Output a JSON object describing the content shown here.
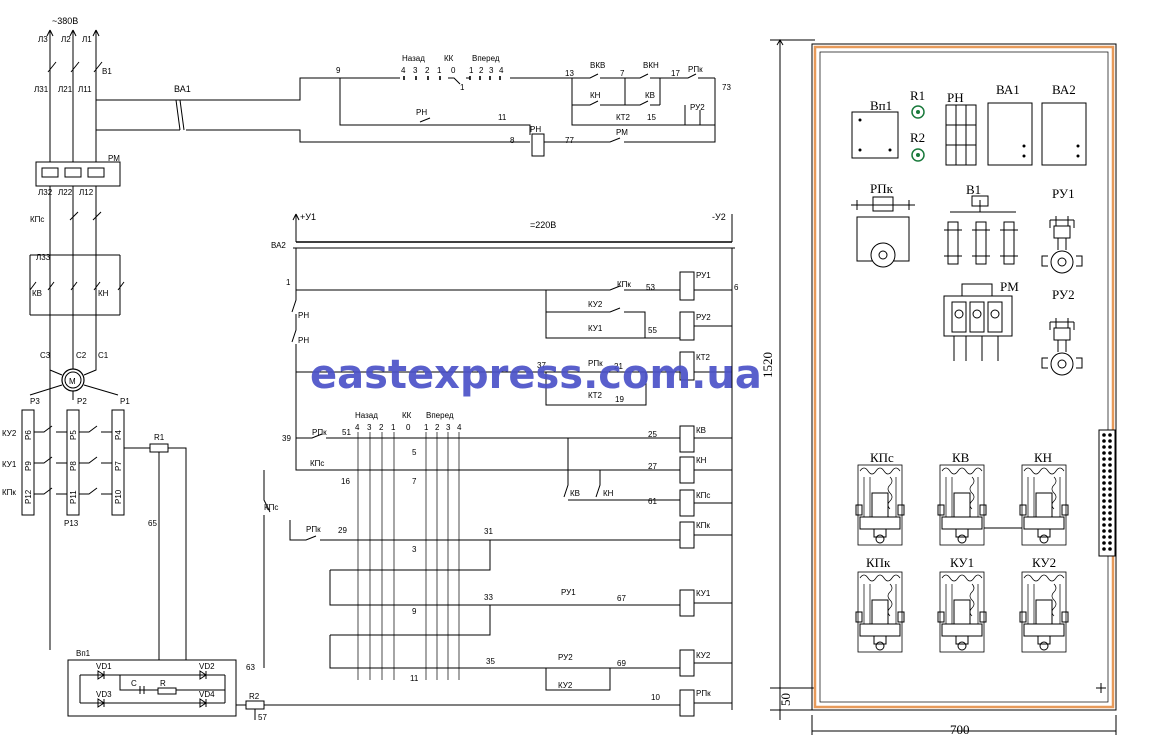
{
  "watermark": "eastexpress.com.ua",
  "power": {
    "supply": "~380В",
    "phases": [
      "Л3",
      "Л2",
      "Л1"
    ],
    "phases_mid": [
      "Л31",
      "Л21",
      "Л11"
    ],
    "phases_rm": [
      "Л32",
      "Л22",
      "Л12"
    ],
    "phase_l33": "Л33",
    "switch_b1": "В1",
    "rm": "РМ",
    "ba1": "ВА1",
    "kps": "КПс",
    "kv": "КВ",
    "kn": "КН",
    "motor": "М",
    "motor_terms": [
      "С3",
      "С2",
      "С1"
    ],
    "resistor_terms": [
      "Р3",
      "Р2",
      "Р1"
    ],
    "r13_rows": [
      "КУ2",
      "КУ1",
      "КПк"
    ],
    "r13_cells": [
      "Р6",
      "Р5",
      "Р4",
      "Р9",
      "Р8",
      "Р7",
      "Р12",
      "Р11",
      "Р10"
    ],
    "r13": "Р13",
    "r1": "R1",
    "w65": "65"
  },
  "control": {
    "w9": "9",
    "nazad": "Назад",
    "kk": "КК",
    "vpered": "Вперед",
    "pos_back": [
      "4",
      "3",
      "2",
      "1"
    ],
    "pos_zero": "0",
    "pos_fwd": [
      "1",
      "2",
      "3",
      "4"
    ],
    "pos_one_small": "1",
    "rn": "РН",
    "w11": "11",
    "w8": "8",
    "w77": "77",
    "rm": "РМ",
    "w13": "13",
    "vkv": "ВКВ",
    "w7": "7",
    "vkn": "ВКН",
    "w17": "17",
    "rpk": "РПк",
    "w73": "73",
    "kn": "КН",
    "kv": "КВ",
    "kt2": "КТ2",
    "w15": "15",
    "ru2": "РУ2"
  },
  "dc": {
    "plus": "+У1",
    "volt": "=220В",
    "minus": "-У2",
    "ba2": "ВА2",
    "w1": "1",
    "rn": "РН",
    "kpk": "КПк",
    "w53": "53",
    "ru1": "РУ1",
    "w6": "6",
    "ku2": "КУ2",
    "ru2": "РУ2",
    "ku1": "КУ1",
    "w55": "55",
    "w37": "37",
    "rpk": "РПк",
    "w21": "21",
    "kt2": "КТ2",
    "w19": "19",
    "w39": "39",
    "w51": "51",
    "nazad": "Назад",
    "kk": "КК",
    "vpered": "Вперед",
    "pos_back": [
      "4",
      "3",
      "2",
      "1"
    ],
    "pos_zero": "0",
    "pos_fwd": [
      "1",
      "2",
      "3",
      "4"
    ],
    "w5": "5",
    "w25": "25",
    "kv": "КВ",
    "kps": "КПс",
    "w16": "16",
    "w7": "7",
    "w27": "27",
    "kn": "КН",
    "w61": "61",
    "w29": "29",
    "w31": "31",
    "w3": "3",
    "w33": "33",
    "w9": "9",
    "w67": "67",
    "w35": "35",
    "w11": "11",
    "w69": "69",
    "w10": "10",
    "w63": "63",
    "vp1": "Вп1",
    "vd1": "VD1",
    "vd2": "VD2",
    "vd3": "VD3",
    "vd4": "VD4",
    "c": "C",
    "r": "R",
    "r2": "R2",
    "w57": "57"
  },
  "panel": {
    "dim_height": "1520",
    "dim_margin": "50",
    "dim_width": "700",
    "vp1": "Вп1",
    "r1": "R1",
    "r2": "R2",
    "rn": "РН",
    "ba1": "ВА1",
    "ba2": "ВА2",
    "rpk": "РПк",
    "b1": "В1",
    "ru1": "РУ1",
    "rm": "РМ",
    "ru2": "РУ2",
    "row1": [
      "КПс",
      "КВ",
      "КН"
    ],
    "row2": [
      "КПк",
      "КУ1",
      "КУ2"
    ]
  }
}
